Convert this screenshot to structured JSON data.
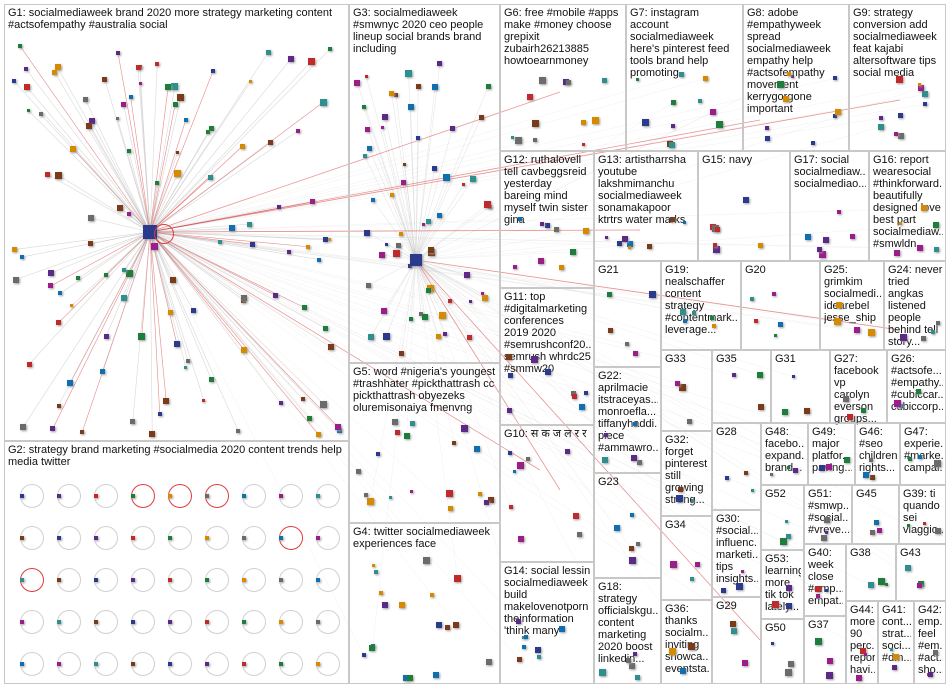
{
  "colors": {
    "border": "#c8c8c8",
    "edge": "#b8b8b8",
    "edge_highlight": "#d42a2a",
    "text": "#111111",
    "node_palette": [
      "#2b3a8c",
      "#5b2a86",
      "#c02a2a",
      "#1e7d3a",
      "#d68a00",
      "#6b6b6b",
      "#0f6fb0",
      "#9b1d8a",
      "#2f8f8f",
      "#7a3b1a"
    ]
  },
  "groups": [
    {
      "id": "G1",
      "label": "G1: socialmediaweek brand 2020 more strategy marketing content #actsofempathy #australia social"
    },
    {
      "id": "G2",
      "label": "G2: strategy brand marketing #socialmedia 2020 content trends help media twitter"
    },
    {
      "id": "G3",
      "label": "G3: socialmediaweek #smwnyc 2020 ceo people lineup social brands brand including"
    },
    {
      "id": "G4",
      "label": "G4: twitter socialmediaweek experiences face"
    },
    {
      "id": "G5",
      "label": "G5: word #nigeria's youngest #trashhater #pickthattrash cc pickthattrash obyezeks oluremisonaiya fmenvng"
    },
    {
      "id": "G6",
      "label": "G6: free #mobile #apps make #money choose grepixit zubairh26213885 howtoearnmoney"
    },
    {
      "id": "G7",
      "label": "G7: instagram account socialmediaweek here's pinterest feed tools brand help promoting"
    },
    {
      "id": "G8",
      "label": "G8: adobe #empathyweek spread socialmediaweek empathy help #actsofempathy movement kerrygorgone important"
    },
    {
      "id": "G9",
      "label": "G9: strategy conversion add socialmediaweek feat kajabi altersoftware tips social media"
    },
    {
      "id": "G10",
      "label": "G10: स क ज ल र र"
    },
    {
      "id": "G11",
      "label": "G11: top #digitalmarketing conferences 2019 2020 #semrushconf20... semrush whrdc25 #smmw20"
    },
    {
      "id": "G12",
      "label": "G12: ruthalovell tell cavbeggsreid yesterday bareing mind myself twin sister gina"
    },
    {
      "id": "G13",
      "label": "G13: artistharrsha youtube lakshmimanchu socialmediaweek sonamakapoor ktrtrs water marks"
    },
    {
      "id": "G14",
      "label": "G14: social lessin socialmediaweek build makelovenotporn theinformation 'think many"
    },
    {
      "id": "G15",
      "label": "G15: navy"
    },
    {
      "id": "G16",
      "label": "G16: report wearesocial #thinkforward... beautifully designed love best part socialmediaw... #smwldn"
    },
    {
      "id": "G17",
      "label": "G17: social socialmediaw... socialmediao..."
    },
    {
      "id": "G18",
      "label": "G18: strategy officialskgu... content marketing 2020 boost linkedin..."
    },
    {
      "id": "G19",
      "label": "G19: nealschaffer content strategy #contentmark... leverage..."
    },
    {
      "id": "G20",
      "label": "G20"
    },
    {
      "id": "G21",
      "label": "G21"
    },
    {
      "id": "G22",
      "label": "G22: aprilmacie itstraceyas... monroefla... tiffanyhaddi... piece #ammawro..."
    },
    {
      "id": "G23",
      "label": "G23"
    },
    {
      "id": "G24",
      "label": "G24: never tried angkas listened people behind tell story..."
    },
    {
      "id": "G25",
      "label": "G25: grimkim socialmedi... idearebel jesse_ship"
    },
    {
      "id": "G26",
      "label": "G26: #actsofe... #empathy... #cubiccar... cubiccorp..."
    },
    {
      "id": "G27",
      "label": "G27: facebook vp carolyn everson groups..."
    },
    {
      "id": "G28",
      "label": "G28"
    },
    {
      "id": "G29",
      "label": "G29"
    },
    {
      "id": "G30",
      "label": "G30: #social... influenc... marketi... tips insights..."
    },
    {
      "id": "G31",
      "label": "G31"
    },
    {
      "id": "G32",
      "label": "G32: forget pinterest still growing strong..."
    },
    {
      "id": "G33",
      "label": "G33"
    },
    {
      "id": "G34",
      "label": "G34"
    },
    {
      "id": "G35",
      "label": "G35"
    },
    {
      "id": "G36",
      "label": "G36: thanks socialm... inviting showca... eventsta..."
    },
    {
      "id": "G37",
      "label": "G37"
    },
    {
      "id": "G38",
      "label": "G38"
    },
    {
      "id": "G39",
      "label": "G39: ti quando sei viaggio..."
    },
    {
      "id": "G40",
      "label": "G40: week close #emp... empat..."
    },
    {
      "id": "G41",
      "label": "G41: cont... strat... soci... #dm..."
    },
    {
      "id": "G42",
      "label": "G42: emp... feel #em... #act... sho..."
    },
    {
      "id": "G43",
      "label": "G43"
    },
    {
      "id": "G44",
      "label": "G44: more 90 perc... report havi..."
    },
    {
      "id": "G45",
      "label": "G45"
    },
    {
      "id": "G46",
      "label": "G46: #seo children rights..."
    },
    {
      "id": "G47",
      "label": "G47: experie... #marke... campai..."
    },
    {
      "id": "G48",
      "label": "G48: facebo... expand... brand..."
    },
    {
      "id": "G49",
      "label": "G49: major platfor... paving..."
    },
    {
      "id": "G50",
      "label": "G50"
    },
    {
      "id": "G51",
      "label": "G51: #smwp... #social... #vreve..."
    },
    {
      "id": "G52",
      "label": "G52"
    },
    {
      "id": "G53",
      "label": "G53: learning more tik tok lately..."
    }
  ]
}
